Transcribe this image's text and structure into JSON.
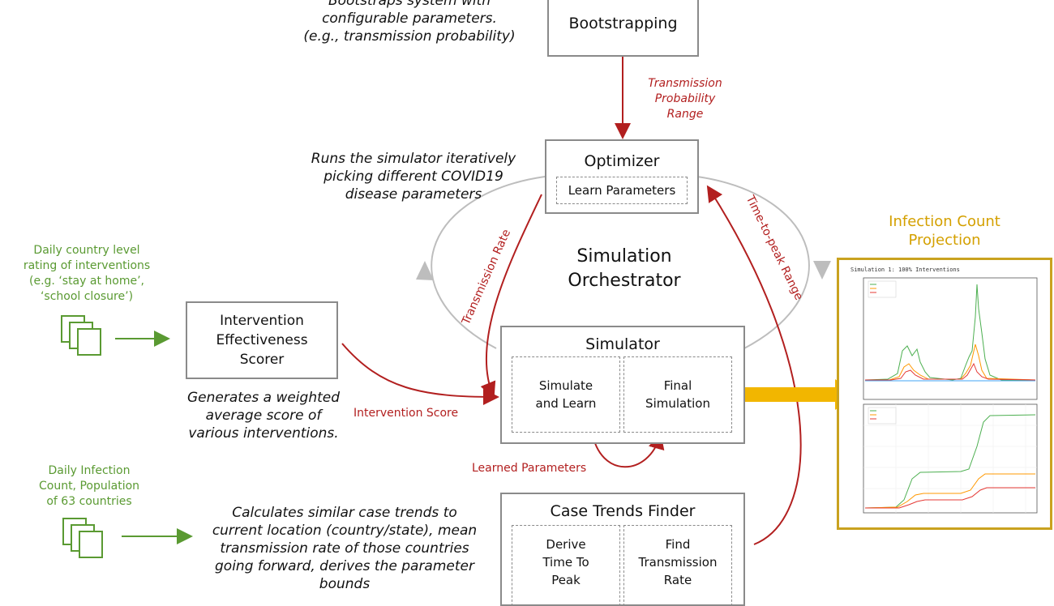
{
  "bootstrapping": {
    "title": "Bootstrapping",
    "desc_line1": "Bootstraps system with",
    "desc_line2": "configurable parameters.",
    "desc_line3": "(e.g., transmission probability)"
  },
  "transmission_probability_range": [
    "Transmission",
    "Probability",
    "Range"
  ],
  "optimizer": {
    "title": "Optimizer",
    "inner": "Learn Parameters",
    "desc": [
      "Runs the simulator iteratively",
      "picking different COVID19",
      "disease parameters"
    ]
  },
  "orchestrator": [
    "Simulation",
    "Orchestrator"
  ],
  "edge_labels": {
    "transmission_rate": "Transmission Rate",
    "time_to_peak": "Time-to-peak Range",
    "intervention_score": "Intervention Score",
    "learned_parameters": "Learned Parameters"
  },
  "interventions_input": [
    "Daily country level",
    "rating of interventions",
    "(e.g. ‘stay at home’,",
    "‘school closure’)"
  ],
  "scorer": {
    "title": [
      "Intervention",
      "Effectiveness",
      "Scorer"
    ],
    "desc": [
      "Generates a weighted",
      "average score of",
      "various interventions."
    ]
  },
  "simulator": {
    "title": "Simulator",
    "left": [
      "Simulate",
      "and Learn"
    ],
    "right": [
      "Final",
      "Simulation"
    ]
  },
  "infection_input": [
    "Daily Infection",
    "Count, Population",
    "of 63 countries"
  ],
  "case_trends": {
    "title": "Case Trends Finder",
    "left": [
      "Derive",
      "Time To",
      "Peak"
    ],
    "right": [
      "Find",
      "Transmission",
      "Rate"
    ],
    "desc": [
      "Calculates similar case trends to",
      "current location (country/state), mean",
      "transmission rate of those countries",
      "going forward, derives the parameter",
      "bounds"
    ]
  },
  "projection": {
    "title": [
      "Infection Count",
      "Projection"
    ],
    "plot_title": "Simulation 1: 100% Interventions"
  },
  "colors": {
    "red": "#b21f1f",
    "green": "#5a9a32",
    "gold": "#d4a000",
    "gray": "#8a8a8a",
    "arrow_gold": "#f2b600"
  }
}
